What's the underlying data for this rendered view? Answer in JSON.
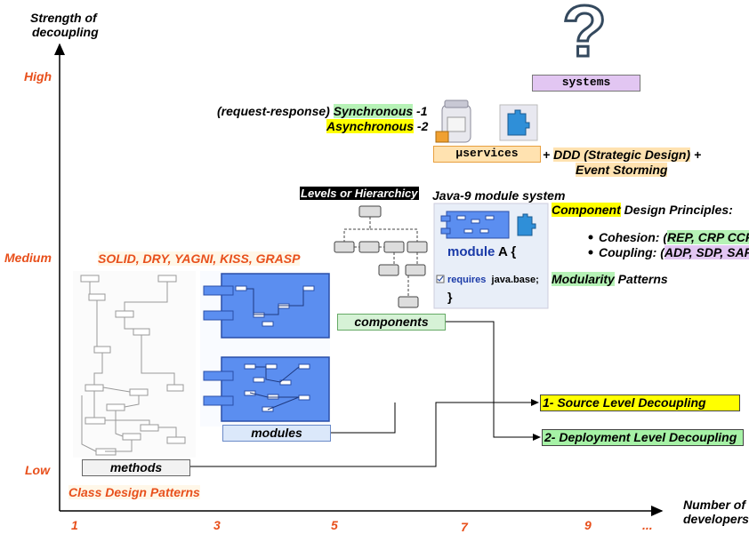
{
  "axes": {
    "y_title_line1": "Strength of",
    "y_title_line2": "decoupling",
    "x_title_line1": "Number of",
    "x_title_line2": "developers",
    "y_levels": [
      "High",
      "Medium",
      "Low"
    ],
    "x_ticks": [
      "1",
      "3",
      "5",
      "7",
      "9",
      "..."
    ]
  },
  "boxes": {
    "systems": "systems",
    "microservices": "µservices",
    "components": "components",
    "modules": "modules",
    "methods": "methods",
    "source_level": "1- Source Level  Decoupling",
    "deployment_level": "2- Deployment Level  Decoupling"
  },
  "texts": {
    "question_mark": "?",
    "request_response": "(request-response)",
    "synchronous": "Synchronous",
    "sync_num": " -1",
    "asynchronous": "Asynchronous",
    "async_num": " -2",
    "ddd_plus": "+ ",
    "ddd": "DDD (Strategic Design)",
    "ddd_plus2": "  +",
    "event_storming": "Event Storming",
    "levels": "Levels or Hierarchicy",
    "java9": "Java-9 module system",
    "module_a": "module",
    "module_a2": " A {",
    "requires": "requires",
    "java_base": "java.base;",
    "close_brace": "}",
    "component_word": "Component",
    "design_principles": " Design Principles:",
    "cohesion": "Cohesion: (",
    "cohesion_vals": "REP, CRP CCP",
    "coupling": "Coupling: (",
    "coupling_vals": "ADP, SDP, SAP",
    "close_paren": ")",
    "modularity_word": "Modularity",
    "patterns": " Patterns",
    "solid": "SOLID, DRY, YAGNI, KISS, GRASP",
    "class_patterns": "Class Design Patterns"
  },
  "colors": {
    "orange_text": "#e8501c",
    "module_blue": "#5b8ef0",
    "systems_purple": "#e2c6f2",
    "services_orange": "#ffe2b0",
    "components_green": "#d6f2d6",
    "modules_blue": "#dbe8fa",
    "methods_gray": "#f2f2f2",
    "source_yellow": "#ffff00",
    "deploy_green": "#a6f2a6"
  }
}
